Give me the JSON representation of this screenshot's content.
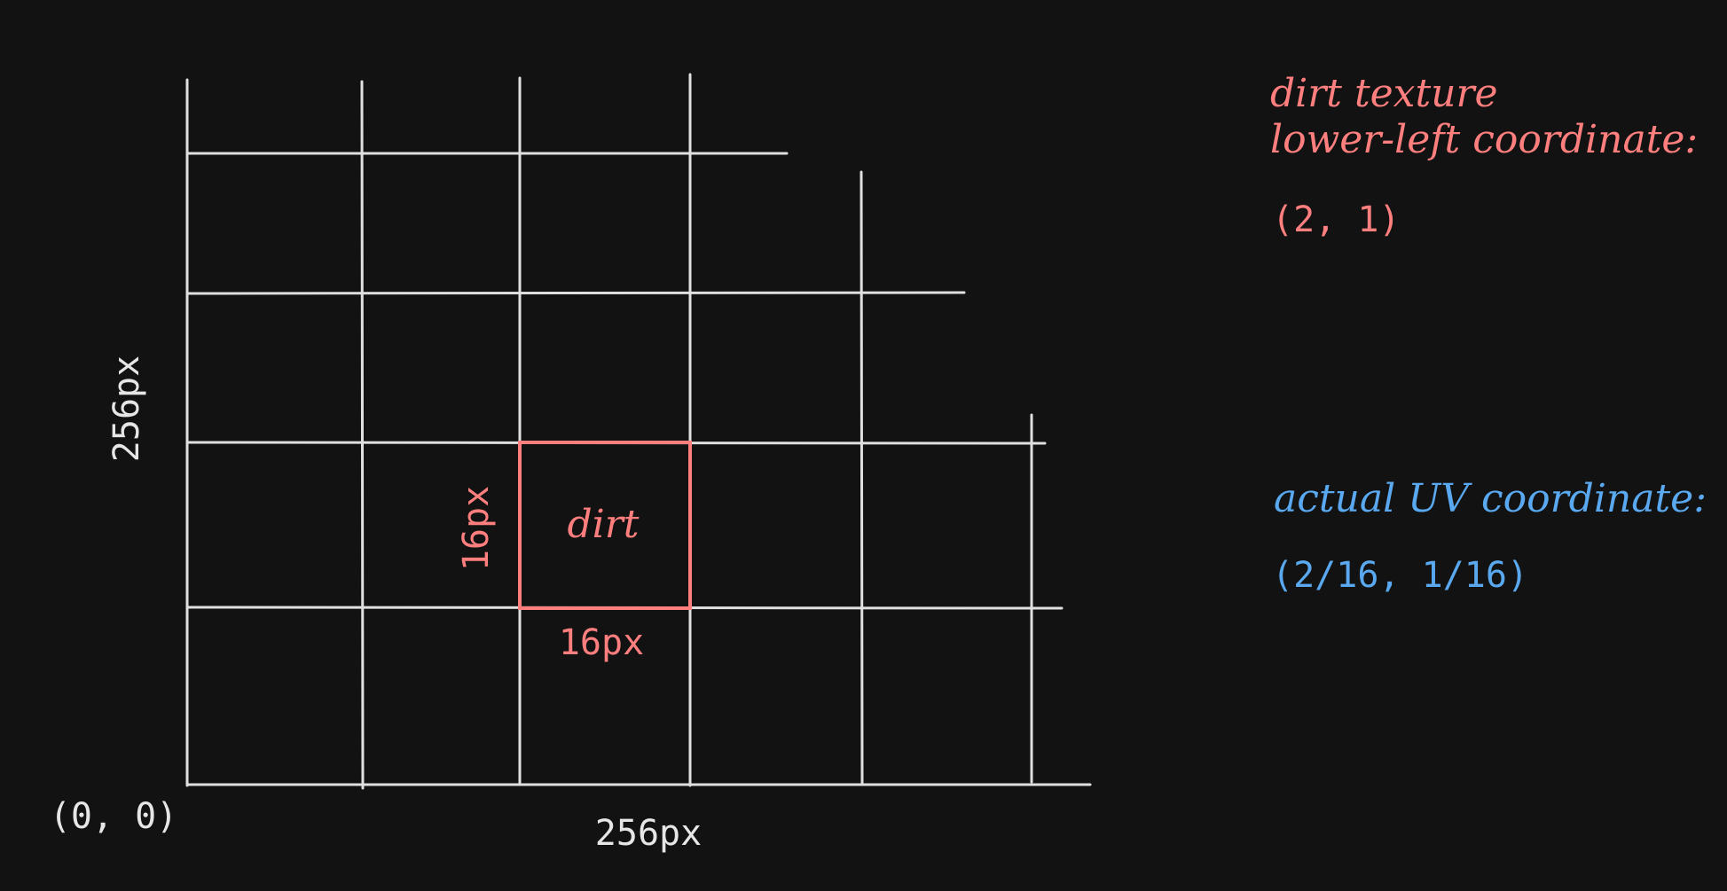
{
  "diagram": {
    "axis_vertical_label": "256px",
    "axis_horizontal_label": "256px",
    "origin_label": "(0, 0)",
    "cell": {
      "name": "dirt",
      "height_label": "16px",
      "width_label": "16px"
    },
    "texture_note": {
      "line1": "dirt texture",
      "line2": "lower-left coordinate:",
      "value": "(2, 1)"
    },
    "uv_note": {
      "line1": "actual UV coordinate:",
      "value": "(2/16, 1/16)"
    }
  },
  "colors": {
    "background": "#121212",
    "grid": "#e0e0e0",
    "dirt_highlight": "#ff7f7f",
    "uv_blue": "#5aa9f0"
  }
}
